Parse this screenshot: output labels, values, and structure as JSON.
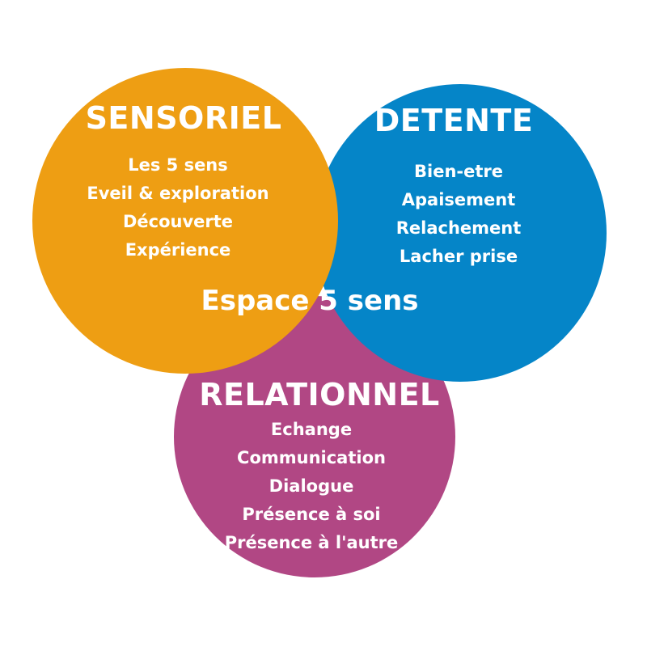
{
  "center_label": "Espace 5 sens",
  "circles": {
    "sensoriel": {
      "title": "SENSORIEL",
      "color": "#EE9E13",
      "items": [
        "Les 5 sens",
        "Eveil & exploration",
        "Découverte",
        "Expérience"
      ]
    },
    "detente": {
      "title": "DETENTE",
      "color": "#0585C8",
      "items": [
        "Bien-etre",
        "Apaisement",
        "Relachement",
        "Lacher prise"
      ]
    },
    "relationnel": {
      "title": "RELATIONNEL",
      "color": "#B14784",
      "items": [
        "Echange",
        "Communication",
        "Dialogue",
        "Présence à soi",
        "Présence à l'autre"
      ]
    }
  }
}
